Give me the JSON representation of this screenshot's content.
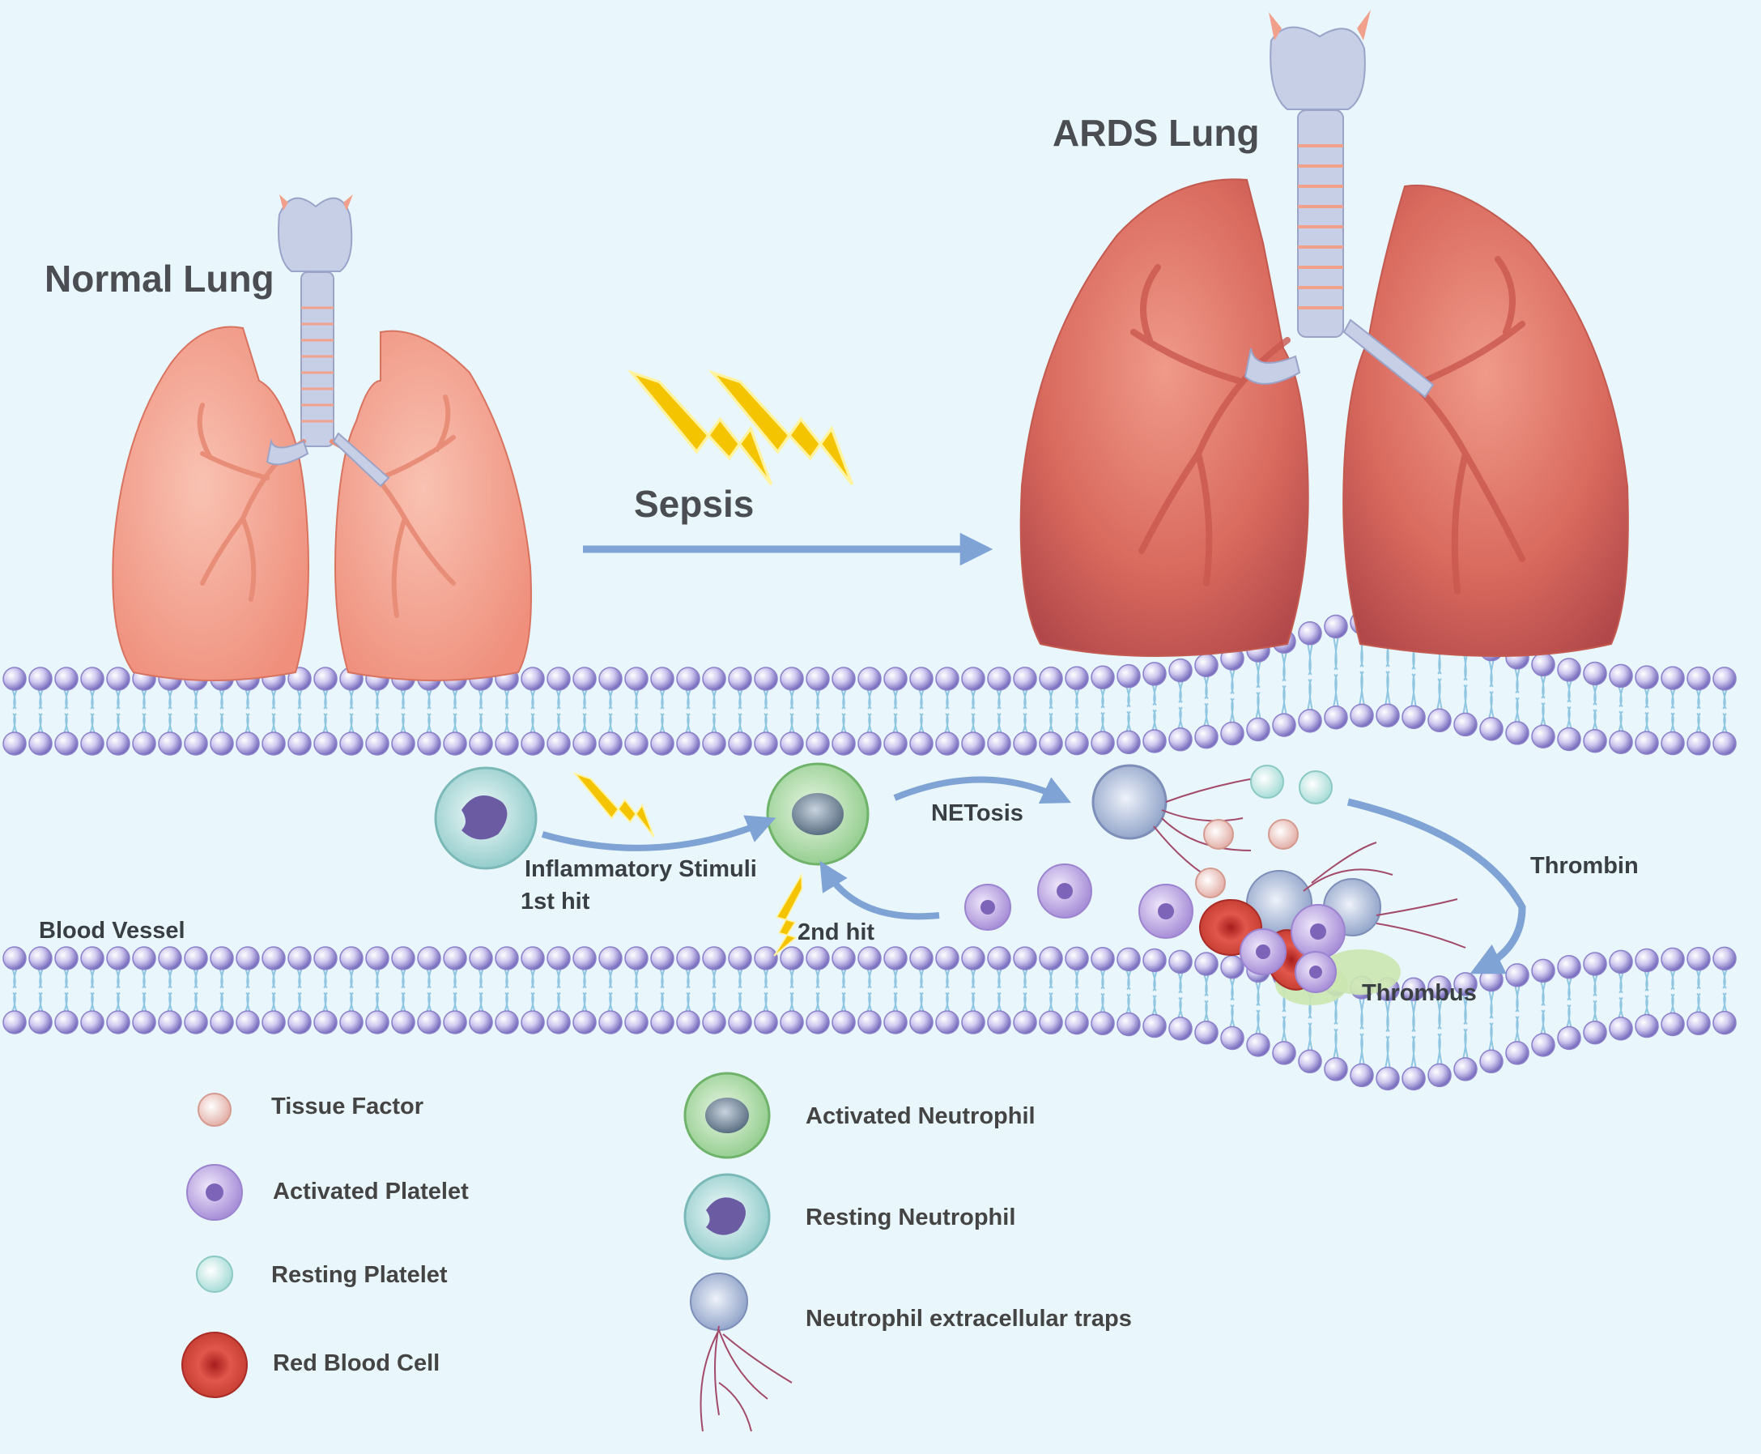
{
  "labels": {
    "normal_lung": "Normal Lung",
    "ards_lung": "ARDS Lung",
    "sepsis": "Sepsis",
    "netosis": "NETosis",
    "thrombin": "Thrombin",
    "inflammatory_stimuli": "Inflammatory Stimuli",
    "first_hit": "1st hit",
    "second_hit": "2nd hit",
    "blood_vessel": "Blood Vessel",
    "thrombus": "Thrombus"
  },
  "legend": {
    "tissue_factor": "Tissue Factor",
    "activated_platelet": "Activated Platelet",
    "resting_platelet": "Resting Platelet",
    "red_blood_cell": "Red Blood Cell",
    "activated_neutrophil": "Activated Neutrophil",
    "resting_neutrophil": "Resting Neutrophil",
    "net": "Neutrophil extracellular traps"
  },
  "colors": {
    "background": "#e9f6fb",
    "normal_lung": "#f4a794",
    "ards_lung": "#e2786a",
    "arrow": "#7ea3d4",
    "lightning": "#f5c400",
    "membrane_head": "#b9b3e3",
    "red_blood_cell": "#d9463a",
    "activated_platelet": "#b9a3e0",
    "resting_platelet": "#c9ece9",
    "activated_neutrophil": "#a9d8a4",
    "resting_neutrophil": "#b9e3e2"
  }
}
